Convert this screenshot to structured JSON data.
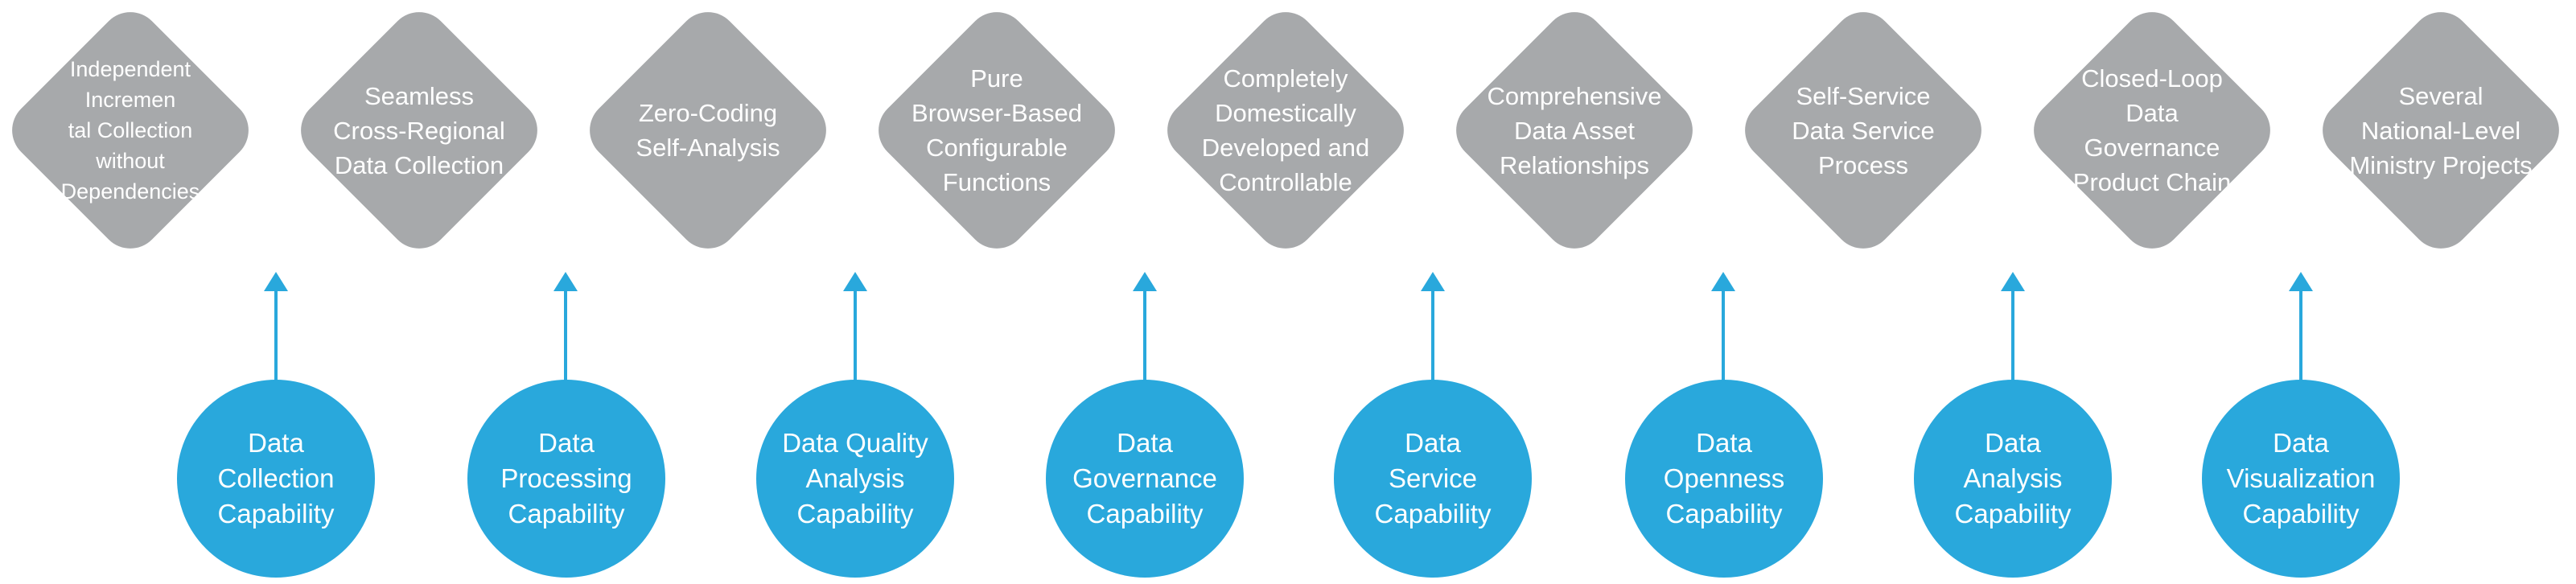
{
  "top_items": [
    {
      "label": "Independent\nIncremen\ntal Collection\nwithout\nDependencies"
    },
    {
      "label": "Seamless\nCross-Regional\nData Collection"
    },
    {
      "label": "Zero-Coding\nSelf-Analysis"
    },
    {
      "label": "Pure\nBrowser-Based\nConfigurable\nFunctions"
    },
    {
      "label": "Completely\nDomestically\nDeveloped and\nControllable"
    },
    {
      "label": "Comprehensive\nData Asset\nRelationships"
    },
    {
      "label": "Self-Service\nData Service\nProcess"
    },
    {
      "label": "Closed-Loop\nData Governance\nProduct Chain"
    },
    {
      "label": "Several\nNational-Level\nMinistry Projects"
    }
  ],
  "capabilities": [
    {
      "label": "Data\nCollection\nCapability"
    },
    {
      "label": "Data\nProcessing\nCapability"
    },
    {
      "label": "Data Quality\nAnalysis\nCapability"
    },
    {
      "label": "Data\nGovernance\nCapability"
    },
    {
      "label": "Data\nService\nCapability"
    },
    {
      "label": "Data\nOpenness\nCapability"
    },
    {
      "label": "Data\nAnalysis\nCapability"
    },
    {
      "label": "Data\nVisualization\nCapability"
    }
  ],
  "colors": {
    "diamond_fill": "#a7a9ab",
    "accent_blue": "#29a8dc",
    "text": "#ffffff"
  }
}
